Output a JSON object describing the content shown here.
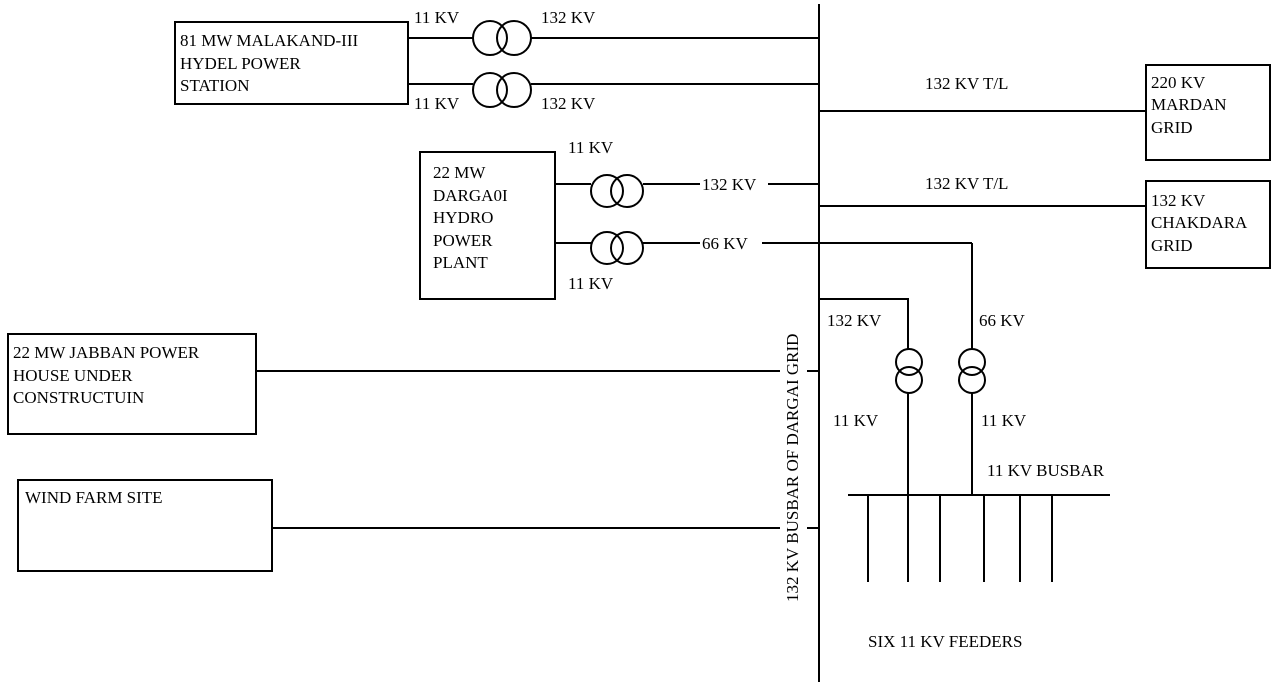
{
  "colors": {
    "line": "#000000",
    "background": "#ffffff"
  },
  "sources": {
    "malakand": [
      "81 MW MALAKAND-III",
      "HYDEL POWER",
      "STATION"
    ],
    "dargai": [
      "22 MW",
      "DARGA0I",
      "HYDRO",
      "POWER",
      "PLANT"
    ],
    "jabban": [
      "22 MW JABBAN POWER",
      "HOUSE UNDER",
      "CONSTRUCTUIN"
    ],
    "wind": [
      "WIND FARM SITE"
    ]
  },
  "grids": {
    "mardan": [
      "220 KV",
      "MARDAN",
      "GRID"
    ],
    "chakdara": [
      "132 KV",
      "CHAKDARA",
      "GRID"
    ]
  },
  "labels": {
    "malakand_t1_lv": "11 KV",
    "malakand_t1_hv": "132 KV",
    "malakand_t2_lv": "11 KV",
    "malakand_t2_hv": "132 KV",
    "dargai_t1_lv": "11 KV",
    "dargai_t1_hv": "132 KV",
    "dargai_t2_lv": "11 KV",
    "dargai_t2_hv": "66 KV",
    "mardan_line": "132 KV T/L",
    "chakdara_line": "132 KV T/L",
    "step_down_1_hv": "132 KV",
    "step_down_1_lv": "11 KV",
    "step_down_2_hv": "66 KV",
    "step_down_2_lv": "11 KV",
    "busbar_11kv": "11 KV BUSBAR",
    "main_busbar": "132 KV BUSBAR OF DARGAI GRID",
    "feeders": "SIX 11 KV FEEDERS"
  }
}
